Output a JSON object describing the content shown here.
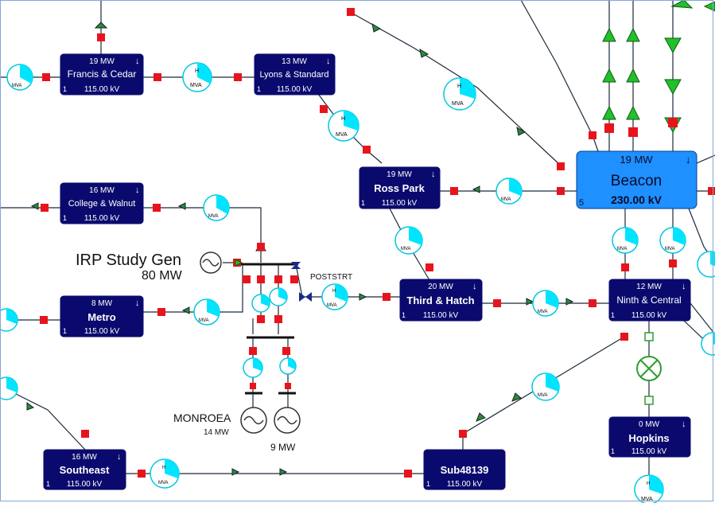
{
  "buses": {
    "francis_cedar": {
      "mw": "19 MW",
      "name": "Francis & Cedar",
      "num": "1",
      "kv": "115.00 kV"
    },
    "lyons_standard": {
      "mw": "13 MW",
      "name": "Lyons & Standard",
      "num": "1",
      "kv": "115.00 kV"
    },
    "college_walnut": {
      "mw": "16 MW",
      "name": "College & Walnut",
      "num": "1",
      "kv": "115.00 kV"
    },
    "ross_park": {
      "mw": "19 MW",
      "name": "Ross Park",
      "num": "1",
      "kv": "115.00 kV"
    },
    "beacon": {
      "mw": "19 MW",
      "name": "Beacon",
      "num": "5",
      "kv": "230.00 kV"
    },
    "metro": {
      "mw": "8 MW",
      "name": "Metro",
      "num": "1",
      "kv": "115.00 kV"
    },
    "third_hatch": {
      "mw": "20 MW",
      "name": "Third & Hatch",
      "num": "1",
      "kv": "115.00 kV"
    },
    "ninth_central": {
      "mw": "12 MW",
      "name": "Ninth & Central",
      "num": "1",
      "kv": "115.00 kV"
    },
    "hopkins": {
      "mw": "0 MW",
      "name": "Hopkins",
      "num": "1",
      "kv": "115.00 kV"
    },
    "southeast": {
      "mw": "16 MW",
      "name": "Southeast",
      "num": "1",
      "kv": "115.00 kV"
    },
    "sub48139": {
      "mw": "",
      "name": "Sub48139",
      "num": "1",
      "kv": "115.00 kV"
    }
  },
  "labels": {
    "irp_gen": "IRP Study Gen",
    "irp_mw": "80 MW",
    "poststrt": "POSTSTRT",
    "monroea": "MONROEA",
    "monroea_mw": "14 MW",
    "gen2_mw": "9 MW",
    "mva": "MVA",
    "h": "H",
    "flow_arrow": "↓"
  },
  "colors": {
    "bus_fill": "#0a0a6e",
    "beacon_fill": "#1e90ff",
    "line": "#1a2a3a",
    "breaker": "#e8141c",
    "gauge": "#00e5ff",
    "flow_arrow": "#2e8b2e",
    "open_breaker": "#2e9e2e"
  }
}
